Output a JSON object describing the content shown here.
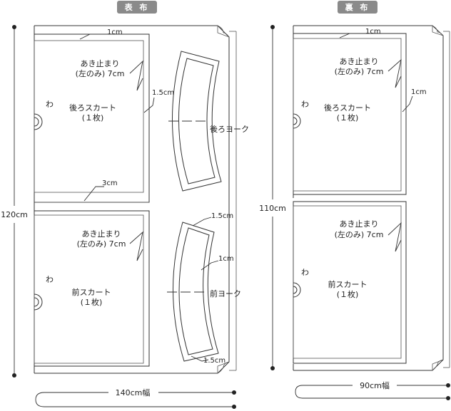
{
  "outer_fabric": {
    "title": "表 布",
    "length_label": "120cm",
    "width_label": "140cm幅",
    "top_allowance": "1cm",
    "side_allowance": "1.5cm",
    "hem_allowance": "3cm",
    "back_skirt": {
      "opening_label_1": "あき止まり",
      "opening_label_2": "(左のみ) 7cm",
      "name_1": "後ろスカート",
      "name_2": "(１枚)",
      "fold_mark": "わ"
    },
    "front_skirt": {
      "opening_label_1": "あき止まり",
      "opening_label_2": "(左のみ) 7cm",
      "name_1": "前スカート",
      "name_2": "(１枚)",
      "fold_mark": "わ"
    },
    "back_yoke": "後ろヨーク",
    "front_yoke": "前ヨーク",
    "yoke_top_allowance": "1.5cm",
    "yoke_side_allowance": "1cm",
    "yoke_bottom_allowance": "1.5cm"
  },
  "lining_fabric": {
    "title": "裏 布",
    "length_label": "110cm",
    "width_label": "90cm幅",
    "top_allowance": "1cm",
    "side_allowance": "1cm",
    "back_skirt": {
      "opening_label_1": "あき止まり",
      "opening_label_2": "(左のみ) 7cm",
      "name_1": "後ろスカート",
      "name_2": "(１枚)",
      "fold_mark": "わ"
    },
    "front_skirt": {
      "opening_label_1": "あき止まり",
      "opening_label_2": "(左のみ) 7cm",
      "name_1": "前スカート",
      "name_2": "(１枚)",
      "fold_mark": "わ"
    }
  },
  "colors": {
    "title_tag": "#8a8a8a",
    "line": "#333333"
  }
}
